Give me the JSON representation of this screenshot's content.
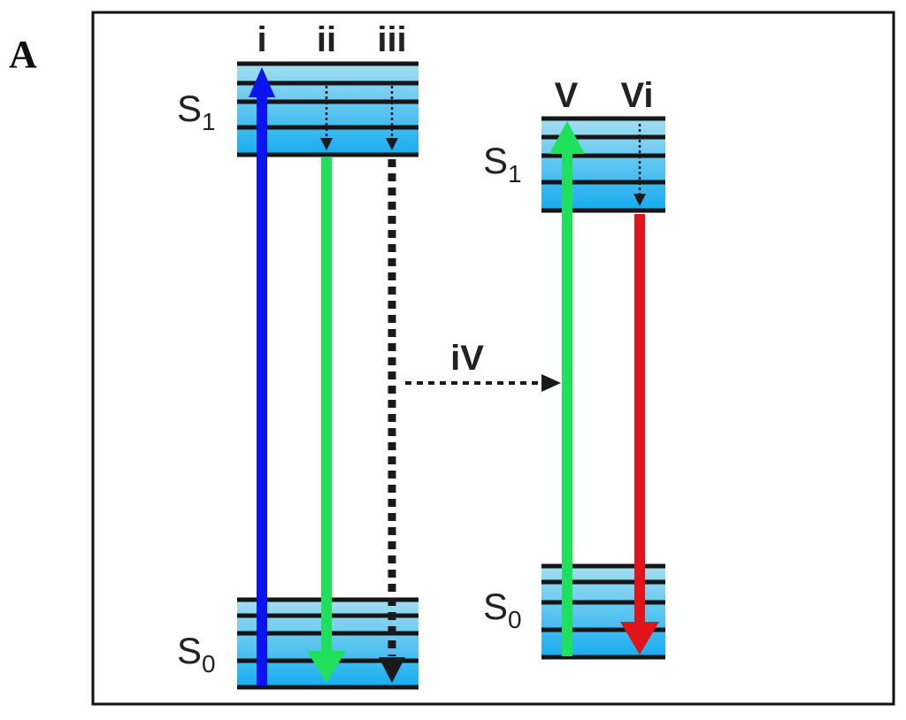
{
  "panel_label": "A",
  "donor": {
    "column_labels": [
      "i",
      "ii",
      "iii"
    ],
    "s1": {
      "letter": "S",
      "subscript": "1"
    },
    "s0": {
      "letter": "S",
      "subscript": "0"
    }
  },
  "transfer": {
    "label": "iV"
  },
  "acceptor": {
    "column_labels": [
      "V",
      "Vi"
    ],
    "s1": {
      "letter": "S",
      "subscript": "1"
    },
    "s0": {
      "letter": "S",
      "subscript": "0"
    }
  },
  "colors": {
    "absorption_blue": "#0a14ee",
    "emission_green": "#1fe05a",
    "emission_red": "#e0141a",
    "band_light": "#a6dff0",
    "band_dark": "#15acf0",
    "frame": "#111111",
    "dotted": "#1a1a1a"
  }
}
